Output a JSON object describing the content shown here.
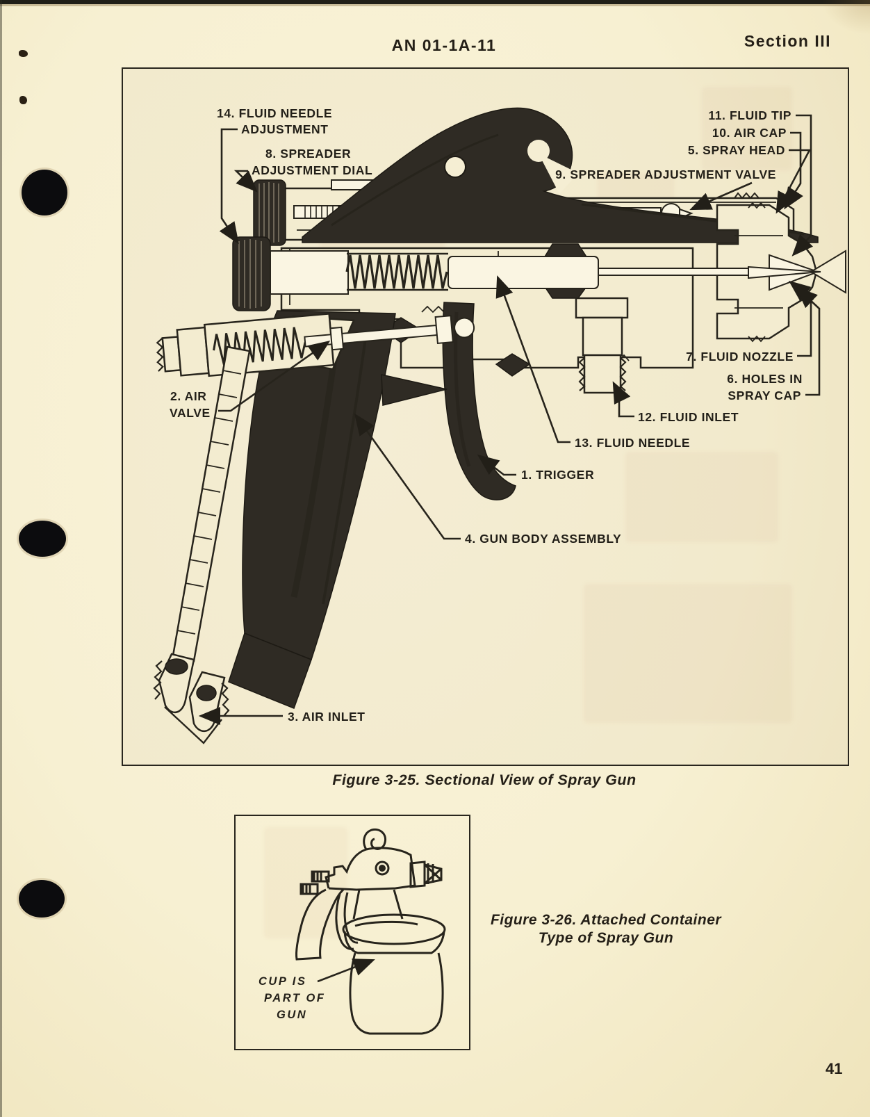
{
  "page": {
    "doc_number": "AN 01-1A-11",
    "section": "Section III",
    "page_number": "41"
  },
  "colors": {
    "paper": "#f7f0d2",
    "ink": "#241f17"
  },
  "figure_3_25": {
    "caption": "Figure 3-25. Sectional View of Spray Gun",
    "callouts": {
      "trigger": "1. TRIGGER",
      "air_valve_1": "2. AIR",
      "air_valve_2": "VALVE",
      "air_inlet": "3. AIR INLET",
      "gun_body_assembly": "4. GUN BODY ASSEMBLY",
      "spray_head": "5. SPRAY HEAD",
      "holes_in_spray_cap_1": "6. HOLES IN",
      "holes_in_spray_cap_2": "SPRAY CAP",
      "fluid_nozzle": "7. FLUID NOZZLE",
      "spreader_dial_1": "8. SPREADER",
      "spreader_dial_2": "ADJUSTMENT DIAL",
      "spreader_valve": "9. SPREADER ADJUSTMENT VALVE",
      "air_cap": "10. AIR CAP",
      "fluid_tip": "11. FLUID TIP",
      "fluid_inlet": "12. FLUID INLET",
      "fluid_needle": "13. FLUID NEEDLE",
      "needle_adjustment_1": "14. FLUID NEEDLE",
      "needle_adjustment_2": "ADJUSTMENT"
    }
  },
  "figure_3_26": {
    "caption_line1": "Figure 3-26. Attached Container",
    "caption_line2": "Type of Spray Gun",
    "cup_note_1": "CUP IS",
    "cup_note_2": "PART OF",
    "cup_note_3": "GUN"
  }
}
